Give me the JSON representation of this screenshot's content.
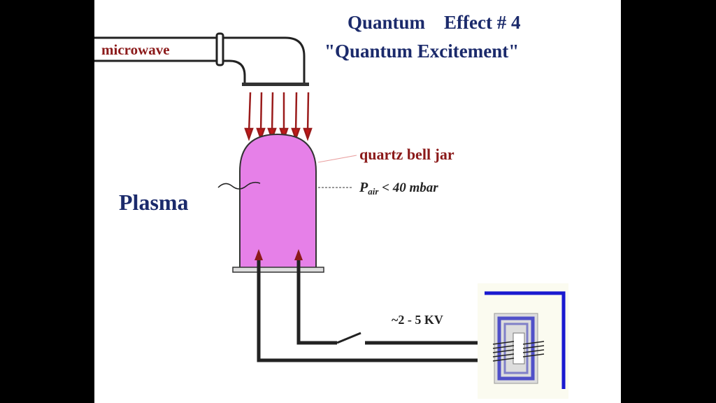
{
  "slide": {
    "title_line1": "Quantum    Effect # 4",
    "title_line2": "\"Quantum Excitement\"",
    "microwave_label": "microwave",
    "plasma_label": "Plasma",
    "bell_jar_label": "quartz bell jar",
    "pressure_symbol": "P",
    "pressure_subscript": "air",
    "pressure_value": " < 40 mbar",
    "voltage_label": "~2 - 5 KV"
  },
  "colors": {
    "title": "#1b2a6b",
    "label_red": "#8b1a1a",
    "plasma": "#e680e8",
    "arrow": "#b01818",
    "frame_blue": "#1a1ad0"
  }
}
